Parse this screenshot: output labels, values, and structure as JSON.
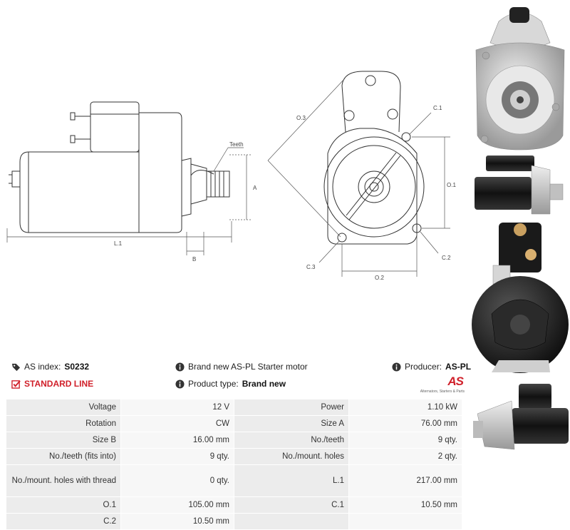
{
  "diagram_labels": {
    "teeth": "Teeth",
    "a": "A",
    "b": "B",
    "l1": "L.1",
    "o1": "O.1",
    "o2": "O.2",
    "o3": "O.3",
    "c1": "C.1",
    "c2": "C.2",
    "c3": "C.3"
  },
  "info": {
    "as_index_label": "AS index:",
    "as_index_value": "S0232",
    "description": "Brand new AS-PL Starter motor",
    "producer_label": "Producer:",
    "producer_value": "AS-PL",
    "standard_line": "STANDARD LINE",
    "product_type_label": "Product type:",
    "product_type_value": "Brand new"
  },
  "logo": {
    "mark": "AS",
    "tagline": "Alternators, Starters & Parts"
  },
  "specs": [
    [
      "Voltage",
      "12 V",
      "Power",
      "1.10 kW"
    ],
    [
      "Rotation",
      "CW",
      "Size A",
      "76.00 mm"
    ],
    [
      "Size B",
      "16.00 mm",
      "No./teeth",
      "9 qty."
    ],
    [
      "No./teeth (fits into)",
      "9 qty.",
      "No./mount. holes",
      "2 qty."
    ],
    [
      "No./mount. holes with thread",
      "0 qty.",
      "L.1",
      "217.00 mm"
    ],
    [
      "O.1",
      "105.00 mm",
      "C.1",
      "10.50 mm"
    ],
    [
      "C.2",
      "10.50 mm",
      "",
      ""
    ]
  ],
  "colors": {
    "accent": "#d0202a",
    "label_bg": "#ececec",
    "value_bg": "#f7f7f7"
  }
}
